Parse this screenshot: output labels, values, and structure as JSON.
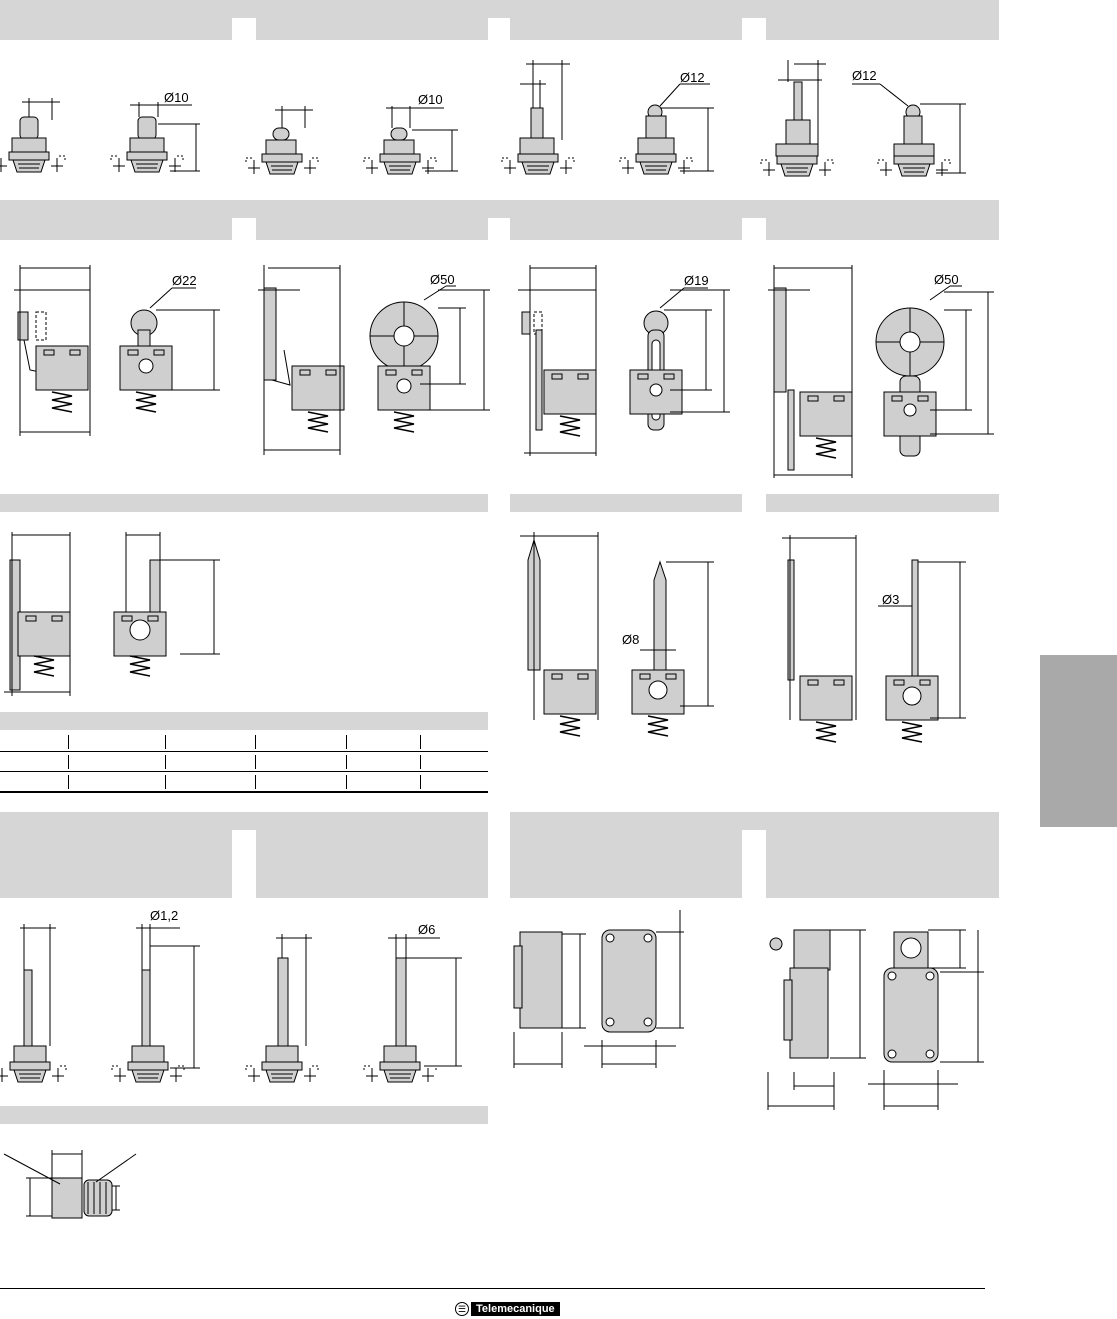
{
  "dimensions": {
    "d1": "Ø10",
    "d2": "Ø10",
    "d3": "Ø12",
    "d4": "Ø12",
    "d5": "Ø22",
    "d6": "Ø50",
    "d7": "Ø19",
    "d8": "Ø50",
    "d9": "Ø8",
    "d10": "Ø3",
    "d11": "Ø1,2",
    "d12": "Ø6"
  },
  "brand": {
    "name": "Telemecanique"
  }
}
